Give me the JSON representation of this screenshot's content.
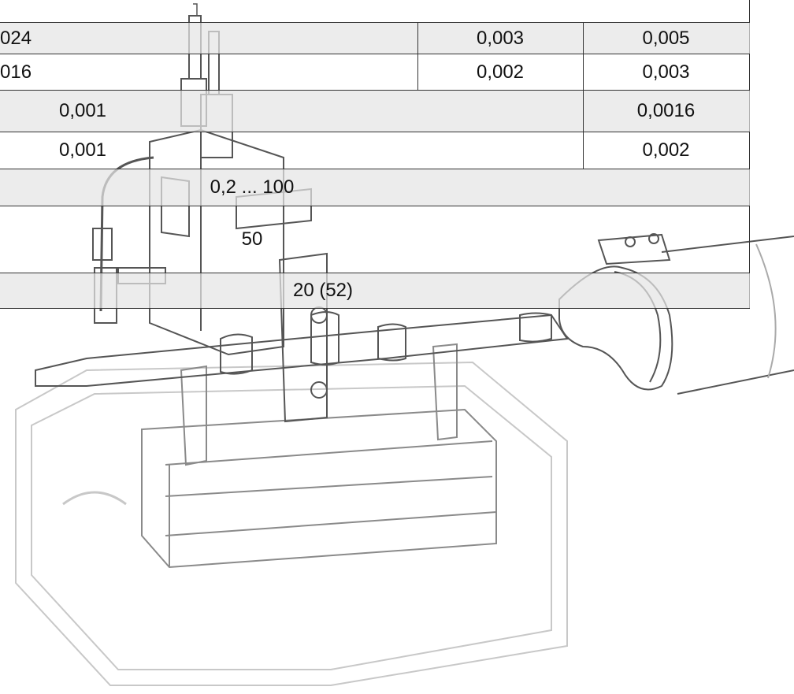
{
  "table": {
    "rows": [
      {
        "cells": [
          "024",
          "0,003",
          "0,005"
        ]
      },
      {
        "cells": [
          "016",
          "0,002",
          "0,003"
        ]
      },
      {
        "cells": [
          "0,001",
          "0,0016"
        ]
      },
      {
        "cells": [
          "0,001",
          "0,002"
        ]
      },
      {
        "cells": [
          "0,2 ... 100"
        ]
      },
      {
        "cells": [
          "50"
        ]
      },
      {
        "cells": [
          "20 (52)"
        ]
      }
    ]
  },
  "illustration": {
    "subject": "measuring-fixture-line-drawing"
  }
}
